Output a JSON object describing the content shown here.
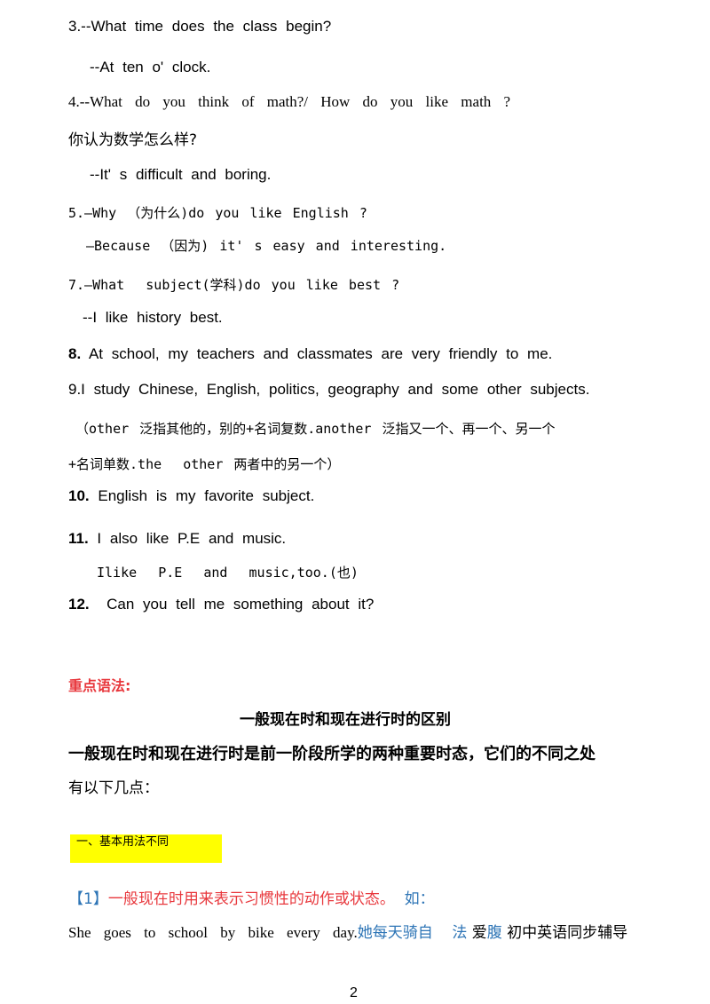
{
  "lines": {
    "l3": "3.--What time does the class begin?",
    "l3a": "--At ten o' clock.",
    "l4": "4.--What do you think of math?/ How do you like math ?",
    "l4cn": "你认为数学怎么样?",
    "l4a": "--It' s difficult and boring.",
    "l5": "5.—Why （为什么)do you like English ?",
    "l5a": "—Because （因为) it' s easy and interesting.",
    "l7": "7.—What  subject(学科)do you like best ?",
    "l7a": "--I like history best.",
    "l8num": "8.",
    "l8": " At school, my teachers and classmates are very friendly to me.",
    "l9": "9.I study Chinese, English, politics, geography and some other subjects.",
    "l9n1": "（other 泛指其他的，别的+名词复数.another 泛指又一个、再一个、另一个",
    "l9n2": "+名词单数.the  other 两者中的另一个）",
    "l10num": "10.",
    "l10": " English is my favorite subject.",
    "l11num": "11.",
    "l11": " I also like P.E and music.",
    "l11a": "Ilike  P.E  and  music,too.(也)",
    "l12num": "12.",
    "l12": "  Can you tell me something about it?"
  },
  "grammar": {
    "label": "重点语法:",
    "title": "一般现在时和现在进行时的区别",
    "intro1": "一般现在时和现在进行时是前一阶段所学的两种重要时态，它们的不同之处",
    "intro2": "有以下几点：",
    "section1": "一、基本用法不同",
    "point_bracket": "【1】",
    "point_text": "一般现在时用来表示习惯性的动作或状态。",
    "point_eg": "  如：",
    "example_en": "She goes to school by bike every day.",
    "example_cn1": "她每天骑自",
    "example_gap": "    ",
    "example_cn2": "法",
    "example_cn3": " 爱",
    "example_cn4": "腹",
    "example_cn5": " 初中英语同步辅导"
  },
  "page_number": "2",
  "colors": {
    "red": "#e8383d",
    "blue": "#2e75b6",
    "highlight": "#ffff00"
  }
}
